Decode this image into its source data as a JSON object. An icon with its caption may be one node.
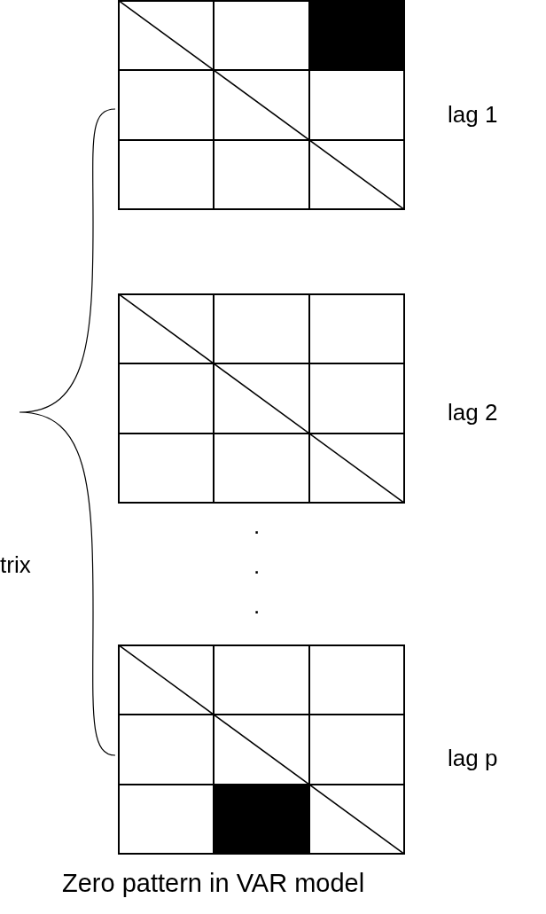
{
  "diagram": {
    "caption": "Zero pattern in VAR model",
    "nodes": [
      {
        "text": [],
        "shape": "box",
        "beside": [
          "lag 1"
        ]
      },
      {
        "text": [],
        "shape": "box",
        "beside": [
          "lag 2"
        ]
      },
      {
        "text": [],
        "shape": "box",
        "beside": [
          "lag p"
        ]
      }
    ],
    "edges": [],
    "labels": [
      ".",
      ".",
      ".",
      "trix"
    ]
  }
}
